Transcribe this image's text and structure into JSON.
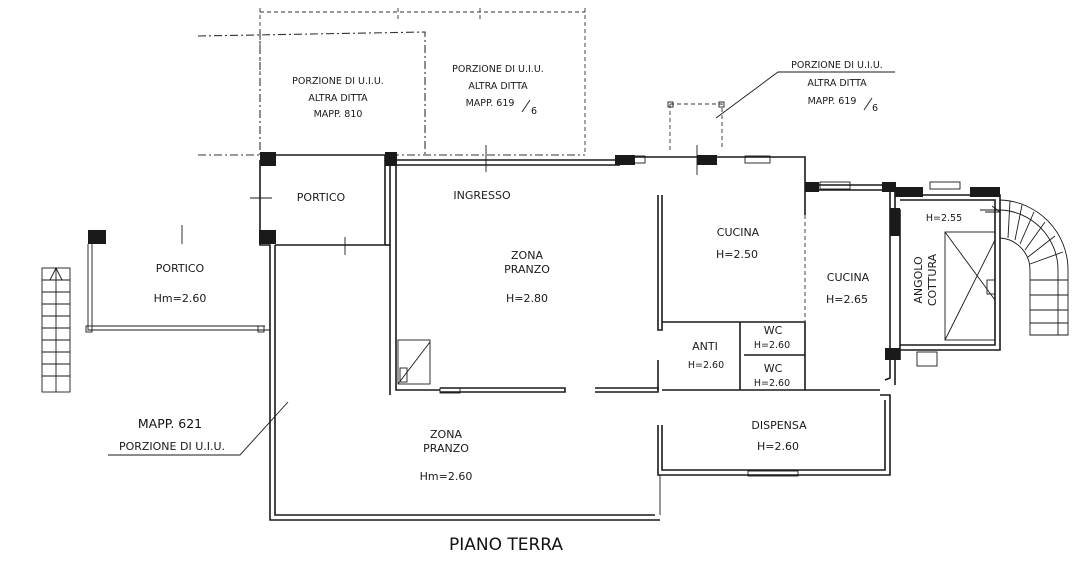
{
  "plan": {
    "title": "PIANO TERRA",
    "outside_units": [
      {
        "line1": "PORZIONE DI U.I.U.",
        "line2": "ALTRA DITTA",
        "line3": "MAPP. 810"
      },
      {
        "line1": "PORZIONE DI U.I.U.",
        "line2": "ALTRA DITTA",
        "line3": "MAPP. 619",
        "fraction": "6"
      },
      {
        "line1": "PORZIONE DI U.I.U.",
        "line2": "ALTRA DITTA",
        "line3": "MAPP. 619",
        "fraction": "6"
      }
    ],
    "mapp_label": {
      "main": "MAPP. 621",
      "sub": "PORZIONE DI U.I.U."
    },
    "rooms": {
      "portico_top": {
        "name": "PORTICO"
      },
      "portico_left": {
        "name": "PORTICO",
        "height": "Hm=2.60"
      },
      "ingresso": {
        "name": "INGRESSO"
      },
      "zona_pranzo_main": {
        "name1": "ZONA",
        "name2": "PRANZO",
        "height": "H=2.80"
      },
      "cucina_1": {
        "name": "CUCINA",
        "height": "H=2.50"
      },
      "cucina_2": {
        "name": "CUCINA",
        "height": "H=2.65"
      },
      "angolo_cottura": {
        "name1": "ANGOLO",
        "name2": "COTTURA",
        "height": "H=2.55"
      },
      "anti": {
        "name": "ANTI",
        "height": "H=2.60"
      },
      "wc_1": {
        "name": "WC",
        "height": "H=2.60"
      },
      "wc_2": {
        "name": "WC",
        "height": "H=2.60"
      },
      "dispensa": {
        "name": "DISPENSA",
        "height": "H=2.60"
      },
      "zona_pranzo_lower": {
        "name1": "ZONA",
        "name2": "PRANZO",
        "height": "Hm=2.60"
      }
    }
  }
}
